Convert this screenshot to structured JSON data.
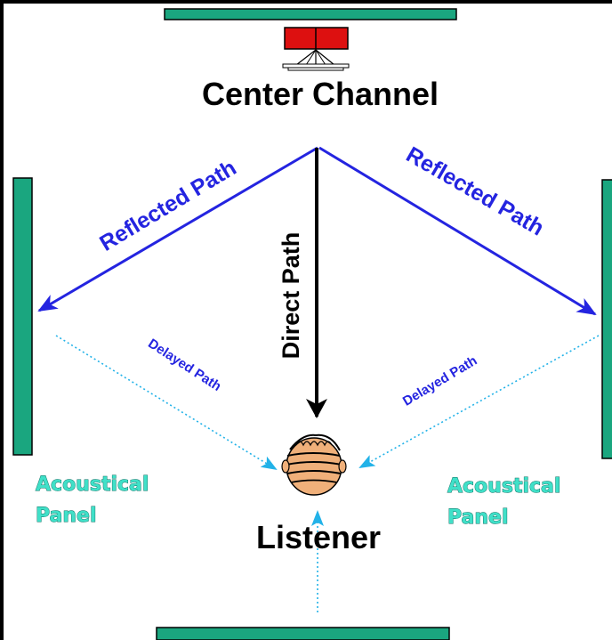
{
  "title": "Center Channel",
  "listener_label": "Listener",
  "paths": {
    "reflected_left": "Reflected Path",
    "reflected_right": "Reflected Path",
    "direct": "Direct Path",
    "delayed_left": "Delayed Path",
    "delayed_right": "Delayed Path"
  },
  "panels": {
    "left": [
      "Acoustical",
      "Panel"
    ],
    "right": [
      "Acoustical",
      "Panel"
    ]
  },
  "colors": {
    "panel": "#1aa67f",
    "reflected": "#2424e0",
    "direct": "#000000",
    "delayed": "#22b2e8",
    "speaker": "#dd1010",
    "panel_label": "#40e0c8",
    "skin": "#f0b07a"
  }
}
